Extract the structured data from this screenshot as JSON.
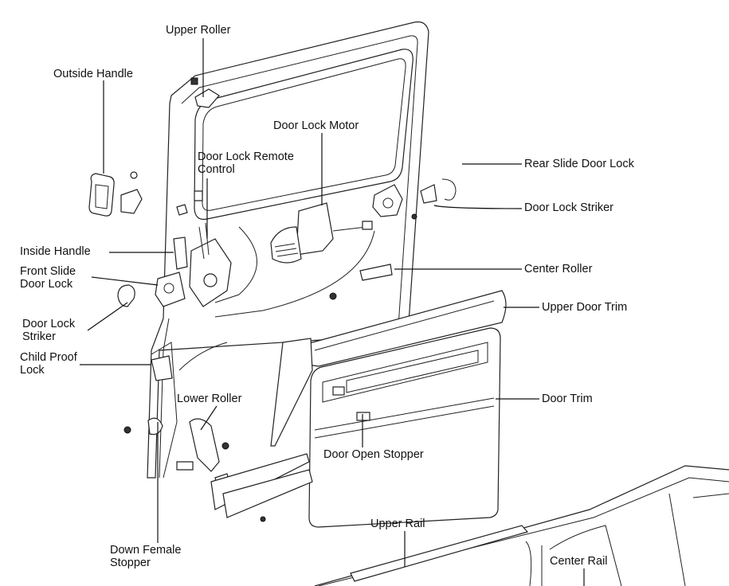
{
  "labels": {
    "upper_roller": "Upper Roller",
    "outside_handle": "Outside Handle",
    "door_lock_motor": "Door Lock Motor",
    "door_lock_remote_control_1": "Door Lock Remote",
    "door_lock_remote_control_2": "Control",
    "rear_slide_door_lock": "Rear Slide Door Lock",
    "door_lock_striker_rear": "Door Lock Striker",
    "inside_handle": "Inside Handle",
    "front_slide_door_lock_1": "Front Slide",
    "front_slide_door_lock_2": "Door Lock",
    "center_roller": "Center Roller",
    "upper_door_trim": "Upper Door Trim",
    "door_lock_striker_front_1": "Door Lock",
    "door_lock_striker_front_2": "Striker",
    "child_proof_lock_1": "Child Proof",
    "child_proof_lock_2": "Lock",
    "lower_roller": "Lower Roller",
    "door_trim": "Door Trim",
    "door_open_stopper": "Door Open Stopper",
    "upper_rail": "Upper Rail",
    "down_female_stopper_1": "Down Female",
    "down_female_stopper_2": "Stopper",
    "center_rail": "Center Rail"
  }
}
